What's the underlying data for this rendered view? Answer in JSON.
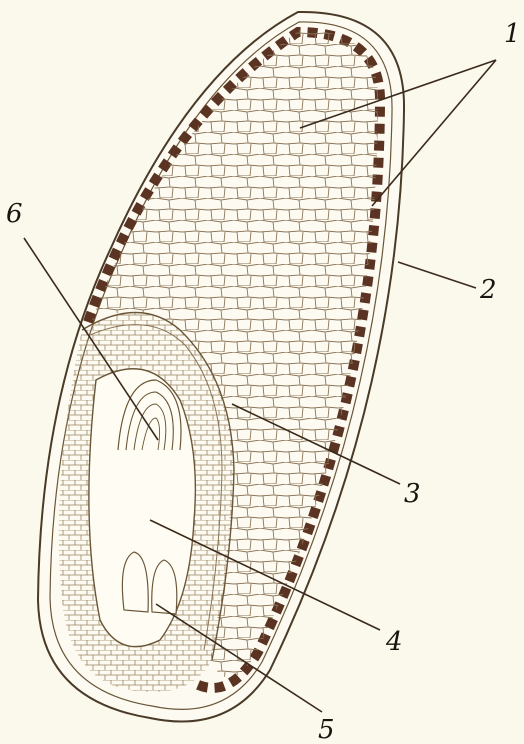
{
  "labels": [
    {
      "id": "1",
      "text": "1"
    },
    {
      "id": "2",
      "text": "2"
    },
    {
      "id": "3",
      "text": "3"
    },
    {
      "id": "4",
      "text": "4"
    },
    {
      "id": "5",
      "text": "5"
    },
    {
      "id": "6",
      "text": "6"
    }
  ],
  "colors": {
    "background": "#fbf8ec",
    "outline": "#4a3a28",
    "aleurone_layer": "#5a3322",
    "cell_wall": "#8a7458",
    "embryo_fill": "#fffdf3",
    "label_text": "#1a1410"
  }
}
